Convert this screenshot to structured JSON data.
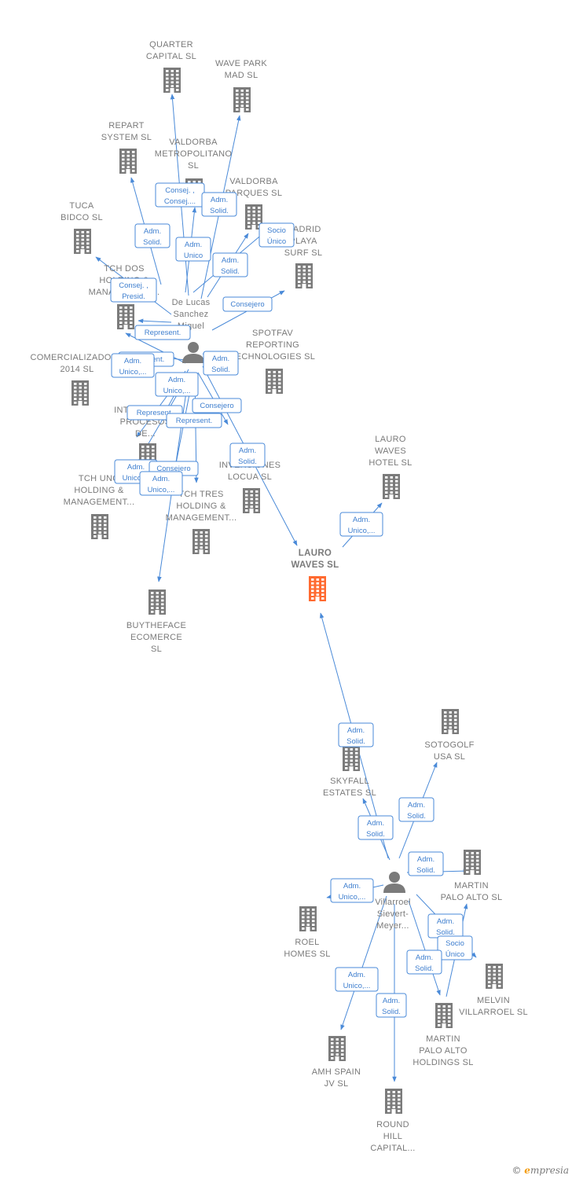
{
  "colors": {
    "edge": "#4a8ad8",
    "building": "#7b7b7b",
    "focus": "#ff6a30",
    "text": "#7a7a7a"
  },
  "nodes": [
    {
      "id": "quarter",
      "type": "company",
      "lines": [
        "QUARTER",
        "CAPITAL  SL"
      ]
    },
    {
      "id": "wavepark",
      "type": "company",
      "lines": [
        "WAVE PARK",
        "MAD  SL"
      ]
    },
    {
      "id": "repart",
      "type": "company",
      "lines": [
        "REPART",
        "SYSTEM  SL"
      ]
    },
    {
      "id": "valdmet",
      "type": "company",
      "lines": [
        "VALDORBA",
        "METROPOLITANO",
        "SL"
      ]
    },
    {
      "id": "valdpar",
      "type": "company",
      "lines": [
        "VALDORBA",
        "PARQUES  SL"
      ]
    },
    {
      "id": "tuca",
      "type": "company",
      "lines": [
        "TUCA",
        "BIDCO  SL"
      ]
    },
    {
      "id": "madrid",
      "type": "company",
      "lines": [
        "MADRID",
        "PLAYA",
        "SURF  SL"
      ]
    },
    {
      "id": "tchdos",
      "type": "company",
      "lines": [
        "TCH DOS",
        "HOLDING &",
        "MANAGEMENT..."
      ]
    },
    {
      "id": "spotfav",
      "type": "company",
      "lines": [
        "SPOTFAV",
        "REPORTING",
        "TECHNOLOGIES SL"
      ]
    },
    {
      "id": "comerc",
      "type": "company",
      "lines": [
        "COMERCIALIZADORA",
        "2014  SL"
      ]
    },
    {
      "id": "integr",
      "type": "company",
      "lines": [
        "INTEGRACION",
        "PROCESOS",
        "DE..."
      ]
    },
    {
      "id": "lauroh",
      "type": "company",
      "lines": [
        "LAURO",
        "WAVES",
        "HOTEL  SL"
      ]
    },
    {
      "id": "locua",
      "type": "company",
      "lines": [
        "INVERSIONES",
        "LOCUA  SL"
      ]
    },
    {
      "id": "tchuno",
      "type": "company",
      "lines": [
        "TCH UNO",
        "HOLDING &",
        "MANAGEMENT..."
      ]
    },
    {
      "id": "tchtres",
      "type": "company",
      "lines": [
        "TCH TRES",
        "HOLDING &",
        "MANAGEMENT..."
      ]
    },
    {
      "id": "lauro",
      "type": "focus",
      "lines": [
        "LAURO",
        "WAVES  SL"
      ]
    },
    {
      "id": "buythe",
      "type": "company",
      "lines": [
        "BUYTHEFACE",
        "ECOMERCE",
        "SL"
      ]
    },
    {
      "id": "sotogolf",
      "type": "company",
      "lines": [
        "SOTOGOLF",
        "USA SL"
      ]
    },
    {
      "id": "skyfall",
      "type": "company",
      "lines": [
        "SKYFALL",
        "ESTATES  SL"
      ]
    },
    {
      "id": "martinpa",
      "type": "company",
      "lines": [
        "MARTIN",
        "PALO ALTO  SL"
      ]
    },
    {
      "id": "roel",
      "type": "company",
      "lines": [
        "ROEL",
        "HOMES  SL"
      ]
    },
    {
      "id": "melvin",
      "type": "company",
      "lines": [
        "MELVIN",
        "VILLARROEL SL"
      ]
    },
    {
      "id": "martinh",
      "type": "company",
      "lines": [
        "MARTIN",
        "PALO ALTO",
        "HOLDINGS  SL"
      ]
    },
    {
      "id": "amh",
      "type": "company",
      "lines": [
        "AMH SPAIN",
        "JV  SL"
      ]
    },
    {
      "id": "round",
      "type": "company",
      "lines": [
        "ROUND",
        "HILL",
        "CAPITAL..."
      ]
    },
    {
      "id": "delucas",
      "type": "person",
      "lines": [
        "De Lucas",
        "Sanchez",
        "Miguel"
      ]
    },
    {
      "id": "villarroel",
      "type": "person",
      "lines": [
        "Villarroel",
        "Sievert-",
        "Meyer..."
      ]
    }
  ],
  "edges": [
    {
      "id": "e-quarter",
      "lines": [
        "Consej. ,",
        "Consej...."
      ]
    },
    {
      "id": "e-wavepark",
      "lines": [
        "Adm.",
        "Solid."
      ]
    },
    {
      "id": "e-repart",
      "lines": [
        "Adm.",
        "Solid."
      ]
    },
    {
      "id": "e-valdmet",
      "lines": [
        "Adm.",
        "Unico"
      ]
    },
    {
      "id": "e-valdpar",
      "lines": [
        "Adm.",
        "Solid."
      ]
    },
    {
      "id": "e-madrid-a",
      "lines": [
        "Socio",
        "Único"
      ]
    },
    {
      "id": "e-madrid-b",
      "lines": [
        "Consejero"
      ]
    },
    {
      "id": "e-tchdos",
      "lines": [
        "Consej. ,",
        "Presid."
      ]
    },
    {
      "id": "e-tuca",
      "lines": [
        "Represent."
      ]
    },
    {
      "id": "e-comerc-a",
      "lines": [
        "Represent."
      ]
    },
    {
      "id": "e-comerc-b",
      "lines": [
        "Adm.",
        "Unico,..."
      ]
    },
    {
      "id": "e-spotfav",
      "lines": [
        "Adm.",
        "Solid."
      ]
    },
    {
      "id": "e-integr-a",
      "lines": [
        "Adm.",
        "Unico,..."
      ]
    },
    {
      "id": "e-integr-b",
      "lines": [
        "Represent."
      ]
    },
    {
      "id": "e-locua-a",
      "lines": [
        "Consejero"
      ]
    },
    {
      "id": "e-locua-b",
      "lines": [
        "Represent."
      ]
    },
    {
      "id": "e-lauro",
      "lines": [
        "Adm.",
        "Solid."
      ]
    },
    {
      "id": "e-tchuno-a",
      "lines": [
        "Adm.",
        "Unico,..."
      ]
    },
    {
      "id": "e-tchtres",
      "lines": [
        "Consejero"
      ]
    },
    {
      "id": "e-buythe",
      "lines": [
        "Adm.",
        "Unico,..."
      ]
    },
    {
      "id": "e-lauroh",
      "lines": [
        "Adm.",
        "Unico,..."
      ]
    },
    {
      "id": "e-v-lauro",
      "lines": [
        "Adm.",
        "Solid."
      ]
    },
    {
      "id": "e-v-sotogolf",
      "lines": [
        "Adm.",
        "Solid."
      ]
    },
    {
      "id": "e-v-skyfall",
      "lines": [
        "Adm.",
        "Solid."
      ]
    },
    {
      "id": "e-v-martinpa",
      "lines": [
        "Adm.",
        "Solid."
      ]
    },
    {
      "id": "e-v-roel",
      "lines": [
        "Adm.",
        "Unico,..."
      ]
    },
    {
      "id": "e-v-melvin-a",
      "lines": [
        "Adm.",
        "Solid."
      ]
    },
    {
      "id": "e-v-melvin-b",
      "lines": [
        "Socio",
        "Único"
      ]
    },
    {
      "id": "e-v-martinh",
      "lines": [
        "Adm.",
        "Solid."
      ]
    },
    {
      "id": "e-v-amh",
      "lines": [
        "Adm.",
        "Unico,..."
      ]
    },
    {
      "id": "e-v-round",
      "lines": [
        "Adm.",
        "Solid."
      ]
    }
  ],
  "footer": {
    "copyright": "©",
    "brand_first": "e",
    "brand_rest": "mpresia"
  }
}
